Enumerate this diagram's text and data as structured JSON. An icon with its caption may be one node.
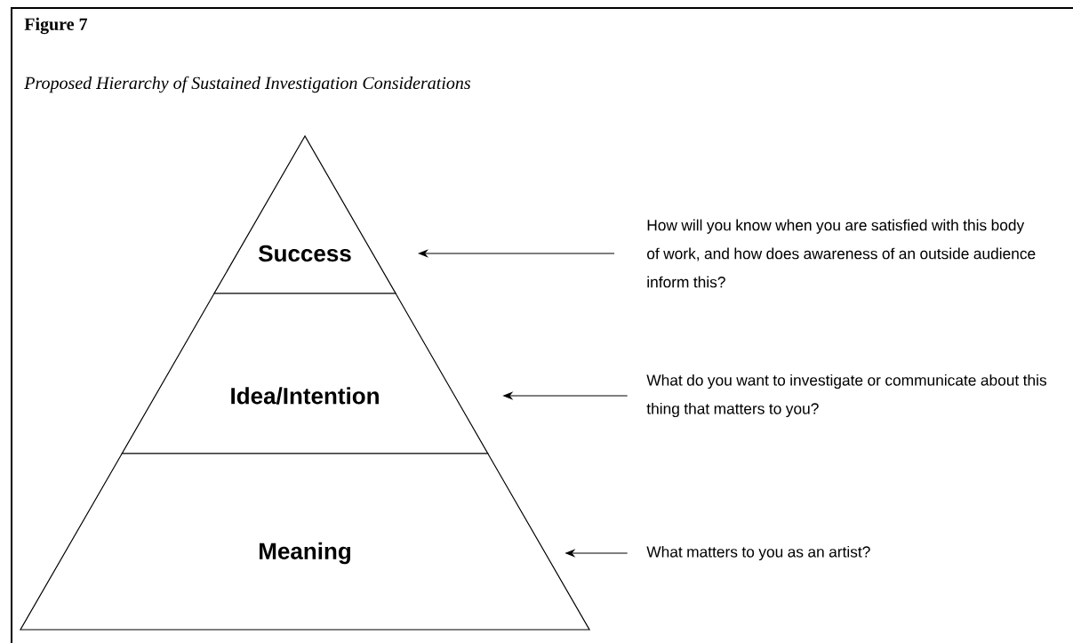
{
  "diagram": {
    "title": "Figure 7",
    "caption": "Proposed Hierarchy of Sustained Investigation Considerations",
    "nodes": [
      {
        "text": [
          "Success"
        ]
      },
      {
        "text": [
          "Idea/Intention"
        ]
      },
      {
        "text": [
          "Meaning"
        ]
      },
      {
        "text": [
          "How will you know when you are satisfied with this body of work, and how does awareness of an outside audience inform this?"
        ]
      },
      {
        "text": [
          "What do you want to investigate or communicate about this thing that matters to you?"
        ]
      },
      {
        "text": [
          "What matters to you as an artist?"
        ]
      }
    ],
    "edges": [
      {
        "from": 3,
        "to": 0,
        "arrow": "to"
      },
      {
        "from": 4,
        "to": 1,
        "arrow": "to"
      },
      {
        "from": 5,
        "to": 2,
        "arrow": "to"
      }
    ]
  }
}
